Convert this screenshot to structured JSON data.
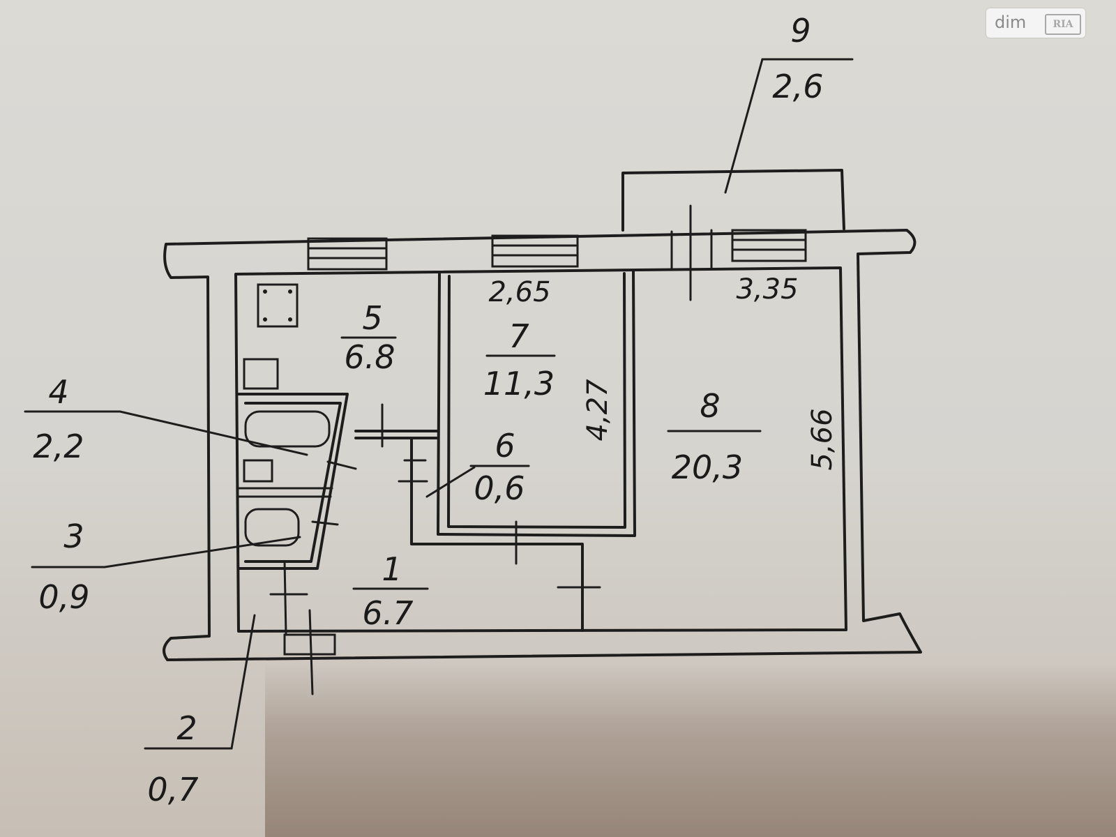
{
  "plan": {
    "rooms": [
      {
        "id": "1",
        "area": "6.7"
      },
      {
        "id": "2",
        "area": "0,7"
      },
      {
        "id": "3",
        "area": "0,9"
      },
      {
        "id": "4",
        "area": "2,2"
      },
      {
        "id": "5",
        "area": "6.8"
      },
      {
        "id": "6",
        "area": "0,6"
      },
      {
        "id": "7",
        "area": "11,3"
      },
      {
        "id": "8",
        "area": "20,3"
      },
      {
        "id": "9",
        "area": "2,6"
      }
    ],
    "dimensions": {
      "room7_width": "2,65",
      "room7_length": "4,27",
      "room8_width": "3,35",
      "room8_length": "5,66"
    }
  },
  "watermark": {
    "brand": "dim",
    "logo_text": "RIA"
  }
}
